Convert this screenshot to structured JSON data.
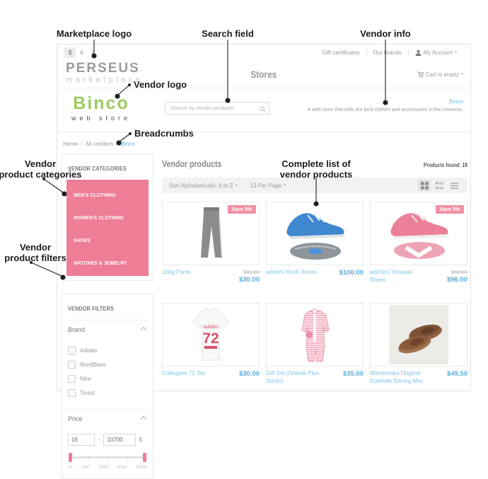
{
  "annotations": {
    "marketplace_logo": "Marketplace logo",
    "search_field": "Search field",
    "vendor_info": "Vendor info",
    "vendor_logo": "Vendor logo",
    "breadcrumbs": "Breadcrumbs",
    "categories_line1": "Vendor",
    "categories_line2": "product categories",
    "filters_line1": "Vendor",
    "filters_line2": "product filters",
    "product_list_line1": "Complete list of",
    "product_list_line2": "vendor products"
  },
  "topbar": {
    "currencies": [
      "$",
      "€",
      "£"
    ],
    "gift_certificates": "Gift certificates",
    "our_brands": "Our brands",
    "my_account": "My Account",
    "cart_status": "Cart is empty"
  },
  "header": {
    "marketplace_name": "PERSEUS",
    "marketplace_sub": "marketplace",
    "page_title": "Stores",
    "vendor_name": "Binco",
    "vendor_sub": "web store",
    "search_placeholder": "Search by vendor products",
    "vendor_link": "Binco",
    "vendor_description": "A web store that sells the best clothes and accessories in the Universe."
  },
  "breadcrumbs": {
    "home": "Home",
    "all_vendors": "All vendors",
    "current": "Binco",
    "separator": "/"
  },
  "sidebar": {
    "categories_title": "VENDOR CATEGORIES",
    "categories": [
      "MEN'S CLOTHING",
      "WOMEN'S CLOTHING",
      "SHOES",
      "WATCHES & JEWELRY"
    ],
    "filters_title": "VENDOR FILTERS",
    "brand_filter": {
      "label": "Brand",
      "options": [
        "Adidas",
        "MontBlanc",
        "Nike",
        "Tissot"
      ]
    },
    "price_filter": {
      "label": "Price",
      "min": "16",
      "max": "10700",
      "currency": "$",
      "range_separator": "–",
      "ticks": [
        "16",
        "2687",
        "5358",
        "8029",
        "10700"
      ]
    }
  },
  "main": {
    "title": "Vendor products",
    "products_found": "Products found: 18",
    "sort_label": "Sort Alphabetically: A to Z",
    "per_page_label": "12 Per Page",
    "products": [
      {
        "name": "100g Pants",
        "price": "$30.00",
        "old_price": "$31.00",
        "badge": "Save 3%"
      },
      {
        "name": "adizero Rush Shoes",
        "price": "$100.00"
      },
      {
        "name": "adiZero Tempaia Shoes",
        "price": "$96.00",
        "old_price": "$98.00",
        "badge": "Save 2%"
      },
      {
        "name": "Collegiate 72 Tee",
        "price": "$30.00",
        "image_brand": "adidas",
        "image_number": "72"
      },
      {
        "name": "Gift Set (Onesie Plus Socks)",
        "price": "$35.00"
      },
      {
        "name": "Minnetonka Original Cowhide Driving Moc",
        "price": "$49.50"
      }
    ]
  },
  "colors": {
    "accent_pink": "#ee7d96",
    "link_blue": "#7ec5e4",
    "price_blue": "#55aedd",
    "logo_green": "#9ccb5f"
  }
}
